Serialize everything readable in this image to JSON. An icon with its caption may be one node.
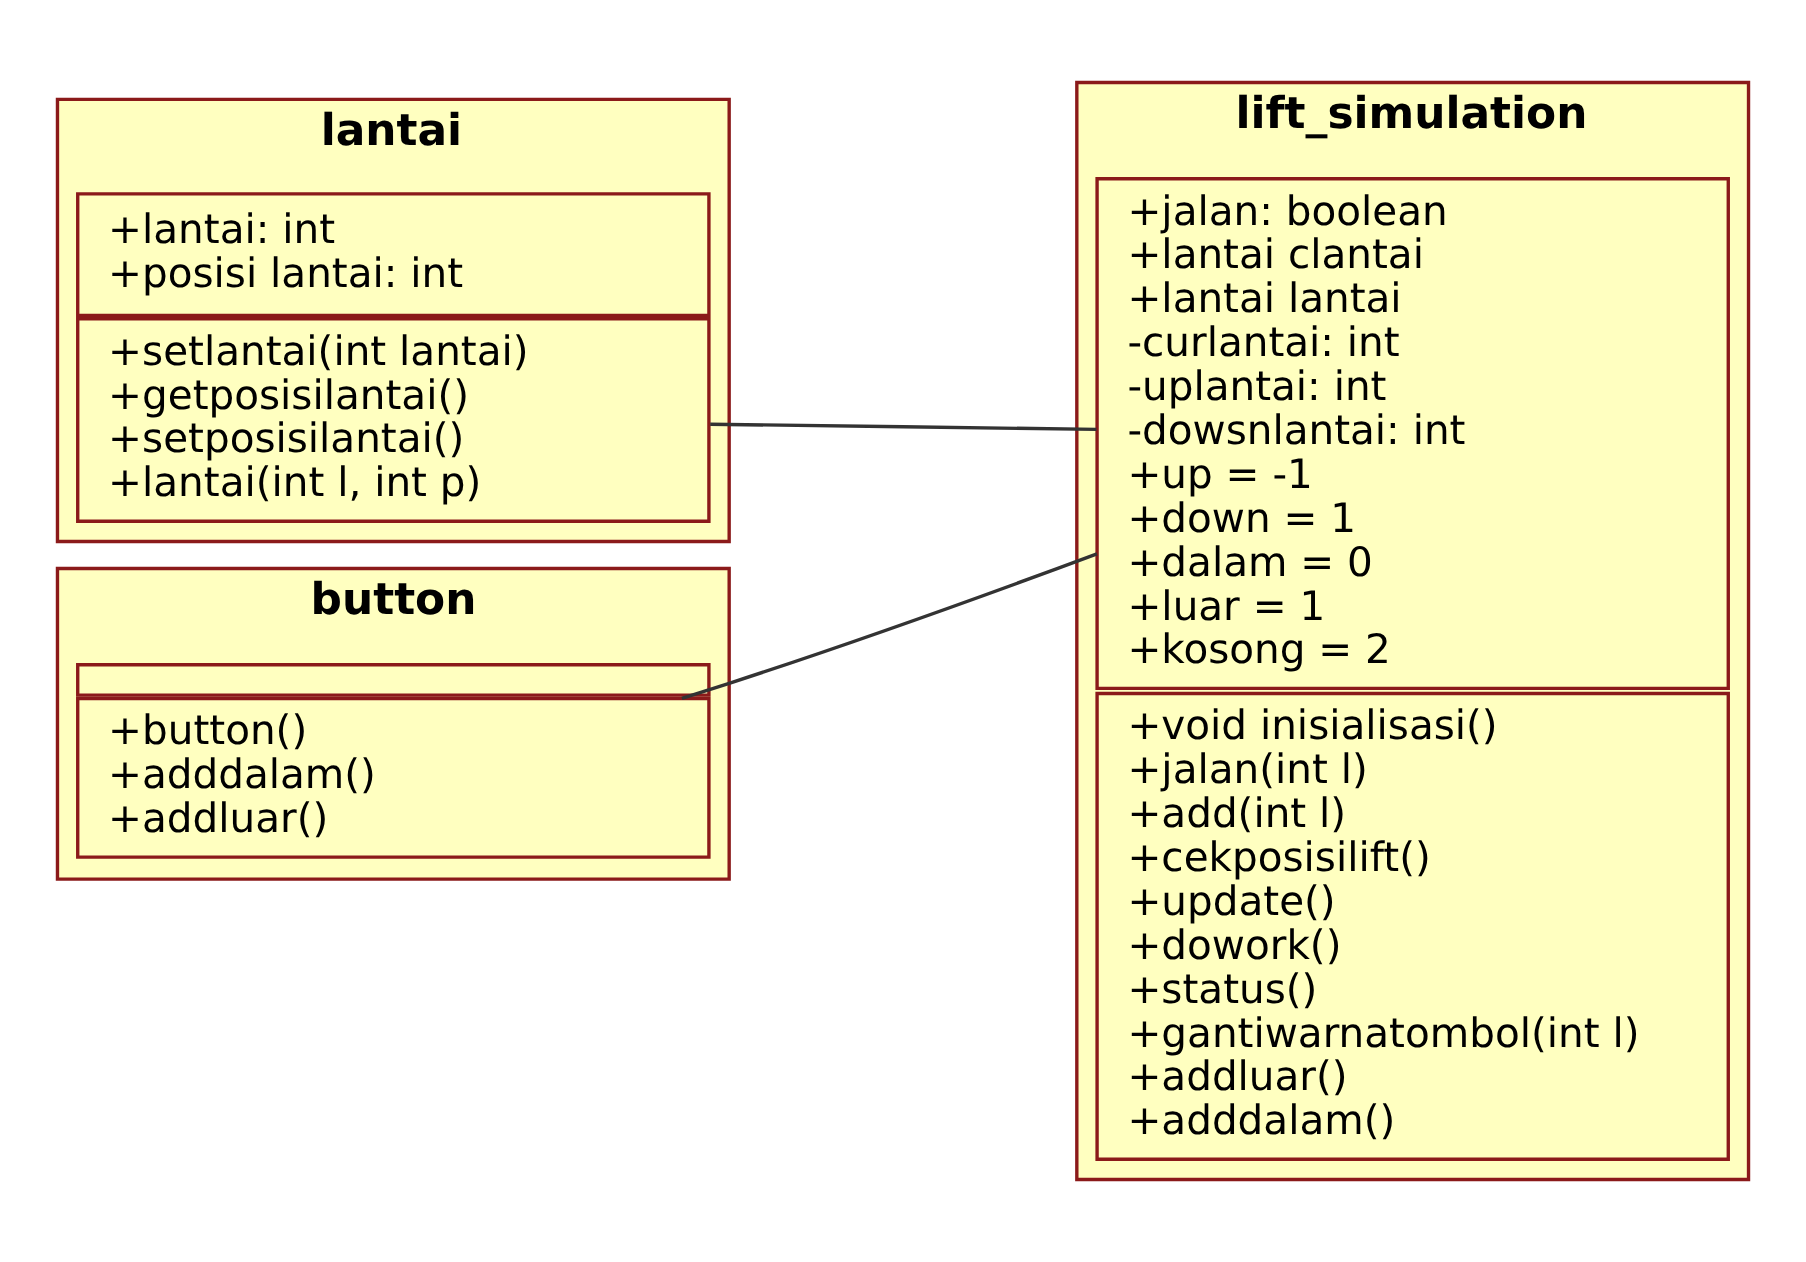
{
  "diagram": {
    "nodes": [
      {
        "text": [
          "lantai"
        ]
      },
      {
        "text": [
          "+lantai: int",
          "+posisi lantai: int"
        ],
        "in": 0
      },
      {
        "text": [
          "+setlantai(int lantai)",
          "+getposisilantai()",
          "+setposisilantai()",
          "+lantai(int l, int p)"
        ],
        "in": 0
      },
      {
        "text": [
          "lift_simulation"
        ]
      },
      {
        "text": [
          "+jalan: boolean",
          "+lantai clantai",
          "+lantai lantai",
          "-curlantai: int",
          "-uplantai: int",
          "-dowsnlantai: int",
          "+up = -1",
          "+down = 1",
          "+dalam = 0",
          "+luar = 1",
          "+kosong = 2"
        ],
        "in": 3
      },
      {
        "text": [
          "+void inisialisasi()",
          "+jalan(int l)",
          "+add(int l)",
          "+cekposisilift()",
          "+update()",
          "+dowork()",
          "+status()",
          "+gantiwarnatombol(int l)",
          "+addluar()",
          "+adddalam()"
        ],
        "in": 3
      },
      {
        "text": [
          "button"
        ]
      },
      {
        "text": [],
        "shape": "box",
        "in": 6
      },
      {
        "text": [
          "+button()",
          "+adddalam()",
          "+addluar()"
        ],
        "in": 6
      }
    ],
    "edges": [
      {
        "from": 0,
        "to": 3,
        "arrow": "none"
      },
      {
        "from": 6,
        "to": 3,
        "arrow": "none"
      }
    ]
  }
}
